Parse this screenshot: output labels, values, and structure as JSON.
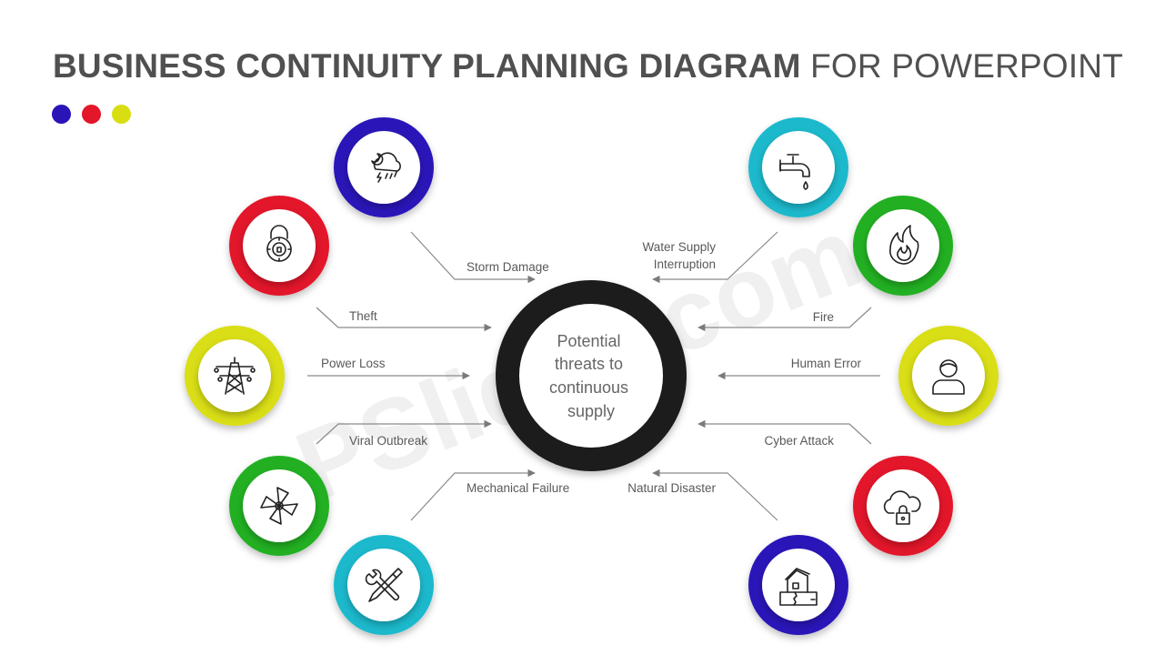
{
  "title": {
    "bold": "BUSINESS CONTINUITY PLANNING DIAGRAM",
    "light": "FOR POWERPOINT"
  },
  "dots": [
    "#2a14b8",
    "#e3162a",
    "#d9de12"
  ],
  "center": {
    "lines": [
      "Potential",
      "threats to",
      "continuous",
      "supply"
    ],
    "ring_color": "#1c1c1c"
  },
  "watermark": "PSlides.com",
  "threats": [
    {
      "id": "storm-damage",
      "label": [
        "Storm Damage"
      ],
      "icon": "storm-cloud-icon",
      "color": "#2a14b8"
    },
    {
      "id": "theft",
      "label": [
        "Theft"
      ],
      "icon": "padlock-dial-icon",
      "color": "#e3162a"
    },
    {
      "id": "power-loss",
      "label": [
        "Power Loss"
      ],
      "icon": "power-tower-icon",
      "color": "#d9de12"
    },
    {
      "id": "viral-outbreak",
      "label": [
        "Viral Outbreak"
      ],
      "icon": "virus-icon",
      "color": "#22b022"
    },
    {
      "id": "mechanical-failure",
      "label": [
        "Mechanical Failure"
      ],
      "icon": "wrench-screwdriver-icon",
      "color": "#1cb9cc"
    },
    {
      "id": "water-supply-interruption",
      "label": [
        "Water Supply",
        "Interruption"
      ],
      "icon": "water-tap-icon",
      "color": "#1cb9cc"
    },
    {
      "id": "fire",
      "label": [
        "Fire"
      ],
      "icon": "fire-icon",
      "color": "#22b022"
    },
    {
      "id": "human-error",
      "label": [
        "Human Error"
      ],
      "icon": "person-icon",
      "color": "#d9de12"
    },
    {
      "id": "cyber-attack",
      "label": [
        "Cyber Attack"
      ],
      "icon": "cloud-lock-icon",
      "color": "#e3162a"
    },
    {
      "id": "natural-disaster",
      "label": [
        "Natural Disaster"
      ],
      "icon": "earthquake-house-icon",
      "color": "#2a14b8"
    }
  ]
}
